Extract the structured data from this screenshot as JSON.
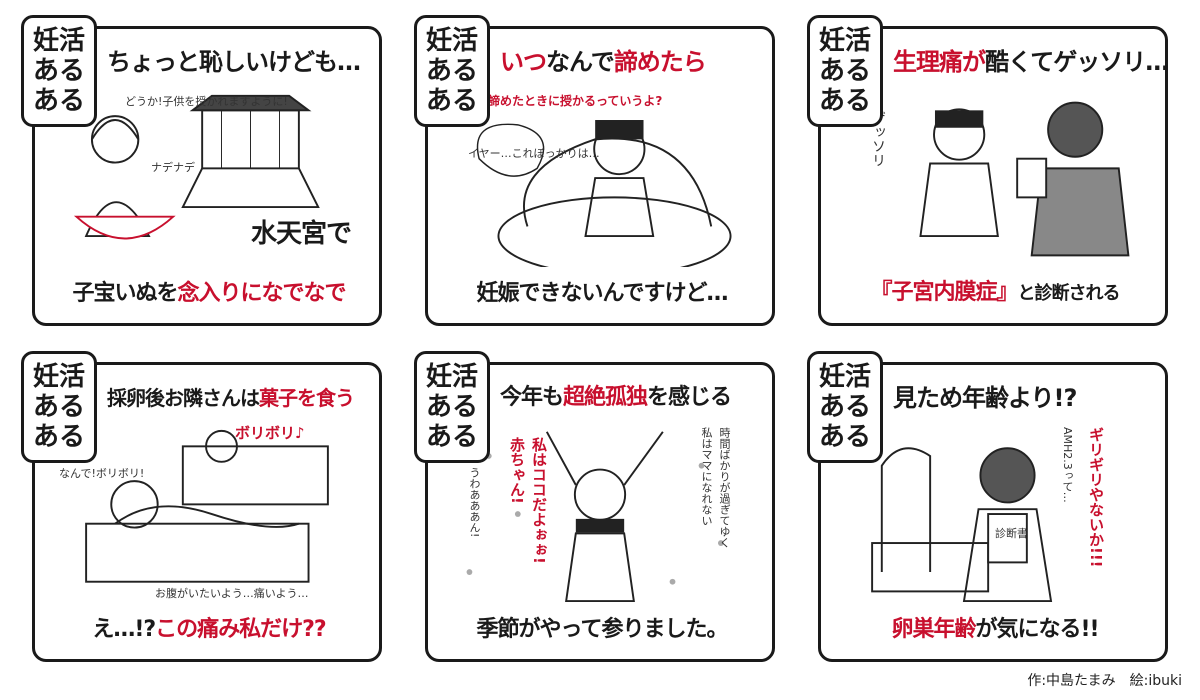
{
  "tag_lines": [
    "妊活",
    "ある",
    "ある"
  ],
  "panels": [
    {
      "headline": "ちょっと恥しいけども…",
      "notes": [
        "どうか!子供を授かれますように!",
        "ナデナデ"
      ],
      "caption_pre": "水天宮で",
      "caption_a": "子宝いぬを",
      "caption_b": "念入りになでなで"
    },
    {
      "headline_a": "いつ",
      "headline_b": "なんで",
      "headline_c": "諦めたら",
      "notes": [
        "諦めたときに授かるっていうよ?",
        "イヤー…これぼっかりは…"
      ],
      "caption": "妊娠できないんですけど…"
    },
    {
      "headline_a": "生理痛が",
      "headline_b": "酷くてゲッソリ…",
      "notes": [
        "ゲッソリ"
      ],
      "caption_a": "『子宮内膜症』",
      "caption_b": "と診断される"
    },
    {
      "headline_a": "採卵後お隣さんは",
      "headline_b": "菓子を食う",
      "notes": [
        "ボリボリ♪",
        "なんで!ボリボリ!",
        "お腹がいたいよう…痛いよう…"
      ],
      "caption_a": "え…!?",
      "caption_b": "この痛み私だけ??"
    },
    {
      "headline_a": "今年も",
      "headline_b": "超絶孤独",
      "headline_c": "を感じる",
      "notes": [
        "赤ちゃん!",
        "私はココだよぉぉ!",
        "時間ばかりが過ぎてゆく",
        "私はママになれない",
        "うわあああん!"
      ],
      "caption": "季節がやって参りました。"
    },
    {
      "headline": "見ため年齢より!?",
      "notes": [
        "AMH2.3って…",
        "ギリギリやないか!!!",
        "診断書"
      ],
      "caption_a": "卵巣年齢",
      "caption_b": "が気になる!!"
    }
  ],
  "credit": "作:中島たまみ　絵:ibuki"
}
